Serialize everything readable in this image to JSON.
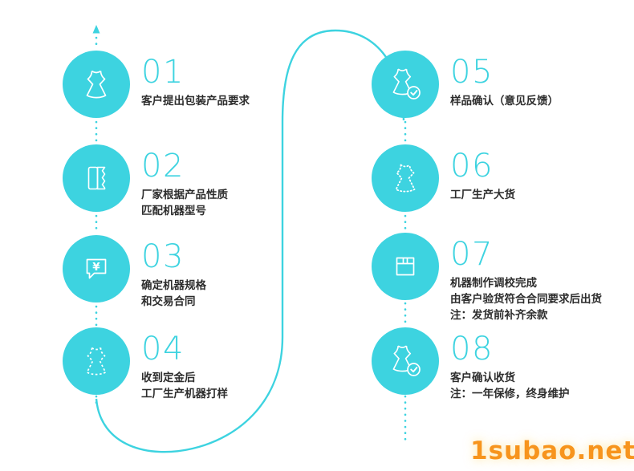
{
  "colors": {
    "accent": "#3dd3e0",
    "text": "#2d2d2d",
    "watermark": "#f7941d"
  },
  "steps": [
    {
      "number": "01",
      "icon": "dress-icon",
      "lines": [
        "客户提出包装产品要求"
      ]
    },
    {
      "number": "02",
      "icon": "scroll-document-icon",
      "lines": [
        "厂家根据产品性质",
        "匹配机器型号"
      ]
    },
    {
      "number": "03",
      "icon": "price-chat-icon",
      "lines": [
        "确定机器规格",
        "和交易合同"
      ]
    },
    {
      "number": "04",
      "icon": "dress-dotted-icon",
      "lines": [
        "收到定金后",
        "工厂生产机器打样"
      ]
    },
    {
      "number": "05",
      "icon": "dress-approved-icon",
      "lines": [
        "样品确认（意见反馈）"
      ]
    },
    {
      "number": "06",
      "icon": "dress-beaded-icon",
      "lines": [
        "工厂生产大货"
      ]
    },
    {
      "number": "07",
      "icon": "package-box-icon",
      "lines": [
        "机器制作调校完成",
        "由客户验货符合合同要求后出货",
        "注：发货前补齐余款"
      ]
    },
    {
      "number": "08",
      "icon": "delivery-approved-icon",
      "lines": [
        "客户确认收货",
        "注：一年保修，终身维护"
      ]
    }
  ],
  "watermark": {
    "text": "1subao.net"
  }
}
